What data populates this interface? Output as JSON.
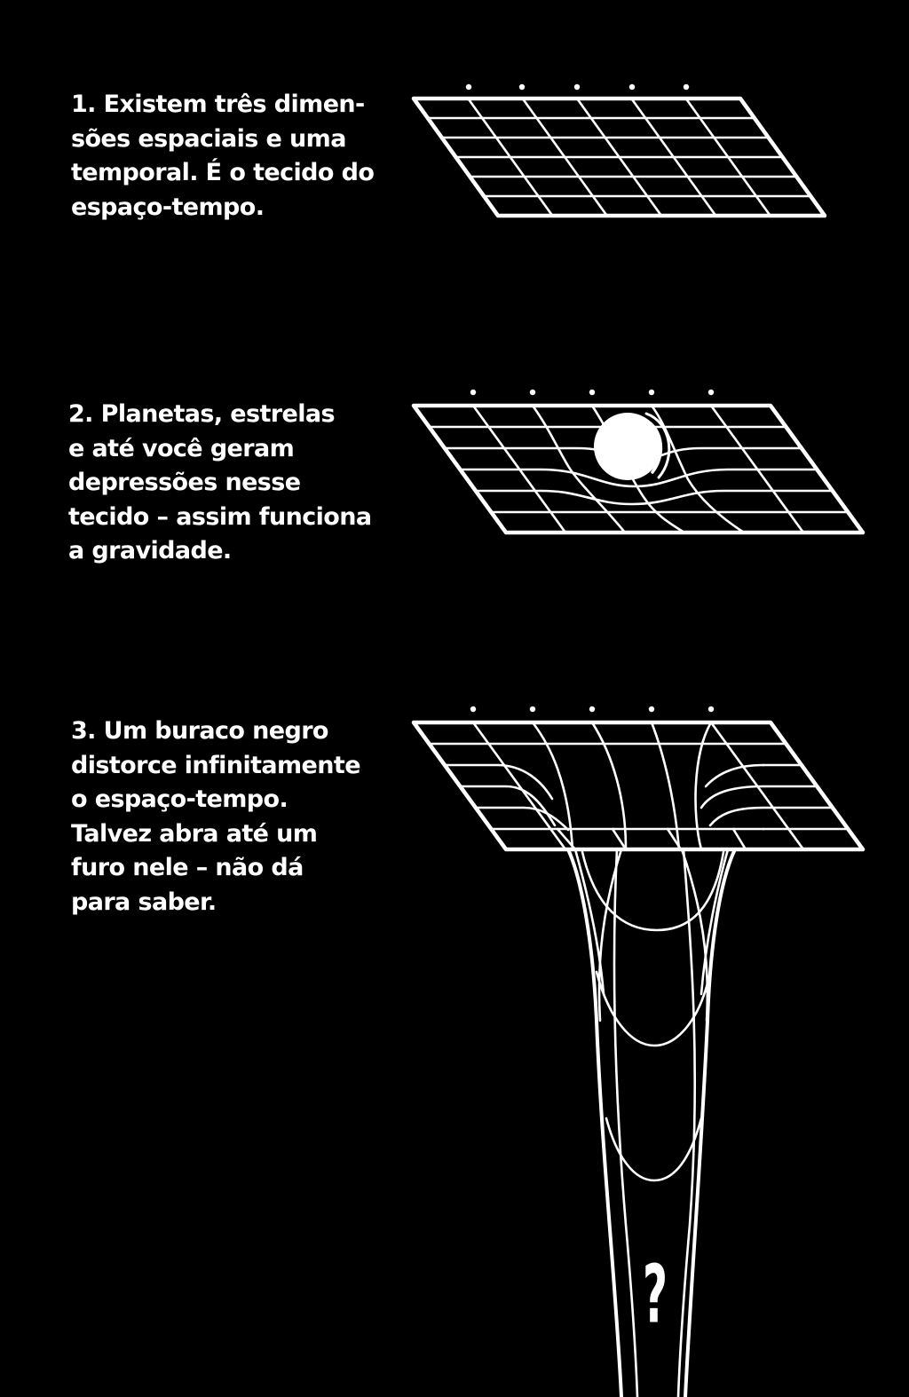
{
  "colors": {
    "background": "#000000",
    "foreground": "#ffffff"
  },
  "steps": [
    {
      "lines": [
        "1. Existem três dimen-",
        "sões espaciais e uma",
        "temporal. É o tecido do",
        "espaço-tempo."
      ]
    },
    {
      "lines": [
        "2. Planetas, estrelas",
        "e até você geram",
        "depressões nesse",
        "tecido – assim funciona",
        "a gravidade."
      ]
    },
    {
      "lines": [
        "3. Um buraco negro",
        "distorce infinitamente",
        "o espaço-tempo.",
        "Talvez abra até um",
        "furo nele – não dá",
        "para saber."
      ]
    }
  ],
  "question_mark": "?"
}
